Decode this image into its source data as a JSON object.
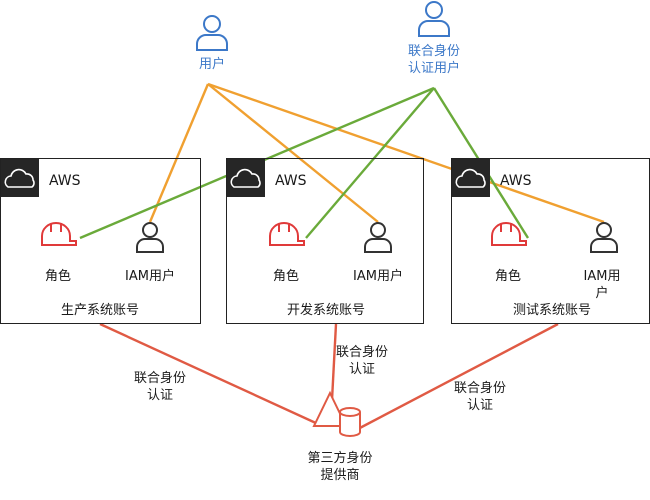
{
  "principals": {
    "user": "用户",
    "federated_user": "联合身份\n认证用户"
  },
  "accounts": [
    {
      "provider": "AWS",
      "role": "角色",
      "iam_user": "IAM用户",
      "name": "生产系统账号"
    },
    {
      "provider": "AWS",
      "role": "角色",
      "iam_user": "IAM用户",
      "name": "开发系统账号"
    },
    {
      "provider": "AWS",
      "role": "角色",
      "iam_user": "IAM用户",
      "name": "测试系统账号"
    }
  ],
  "federation": {
    "left_label": "联合身份\n认证",
    "middle_label": "联合身份\n认证",
    "right_label": "联合身份\n认证"
  },
  "idp": {
    "label": "第三方身份\n提供商"
  },
  "colors": {
    "user_link": "#f0a030",
    "federated_link": "#6aaa3a",
    "federation_link": "#e05a44",
    "person_icon": "#3c78c8",
    "role_icon": "#e03a3a"
  }
}
